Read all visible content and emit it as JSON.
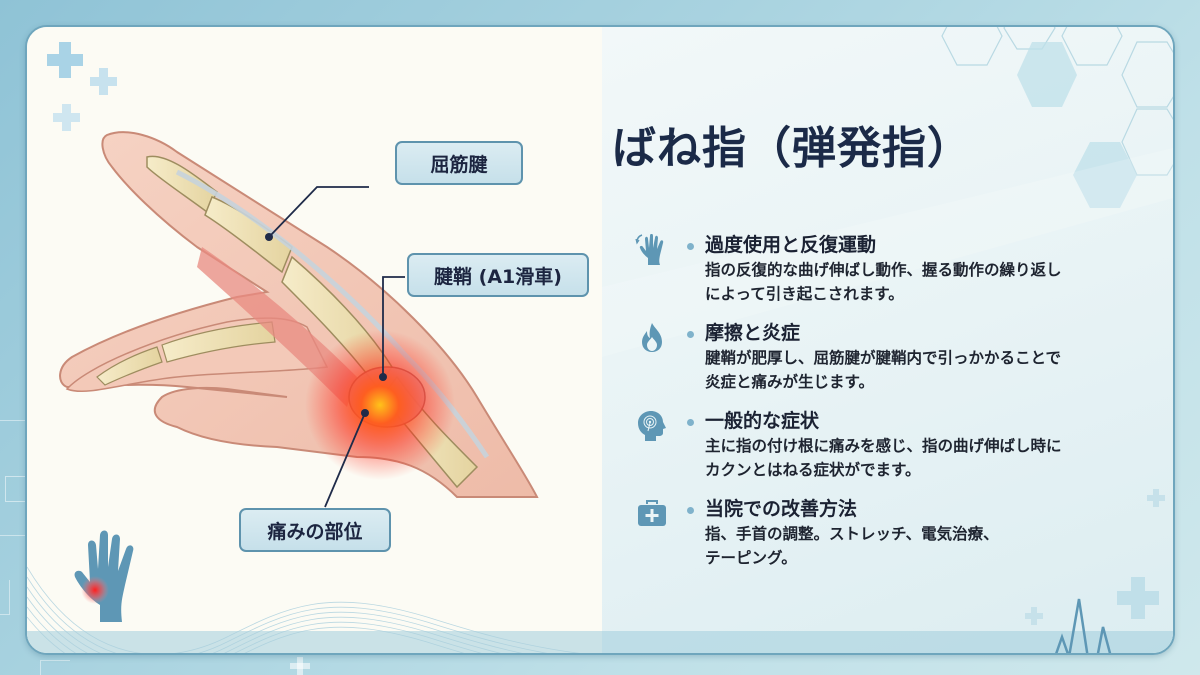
{
  "title": "ばね指（弾発指）",
  "illustration": {
    "labels": {
      "flexor_tendon": "屈筋腱",
      "tendon_sheath": "腱鞘 (A1滑車)",
      "pain_site": "痛みの部位"
    }
  },
  "items": [
    {
      "icon": "hand-motion-icon",
      "heading": "過度使用と反復運動",
      "body_lines": [
        "指の反復的な曲げ伸ばし動作、握る動作の繰り返し",
        "によって引き起こされます。"
      ]
    },
    {
      "icon": "flame-icon",
      "heading": "摩擦と炎症",
      "body_lines": [
        "腱鞘が肥厚し、屈筋腱が腱鞘内で引っかかることで",
        "炎症と痛みが生じます。"
      ]
    },
    {
      "icon": "head-brain-icon",
      "heading": "一般的な症状",
      "body_lines": [
        "主に指の付け根に痛みを感じ、指の曲げ伸ばし時に",
        "カクンとはねる症状がでます。"
      ]
    },
    {
      "icon": "first-aid-kit-icon",
      "heading": "当院での改善方法",
      "body_lines": [
        "指、手首の調整。ストレッチ、電気治療、",
        "テーピング。"
      ]
    }
  ],
  "colors": {
    "title": "#1b2a48",
    "accent": "#5e97b5",
    "label_border": "#5e93ad",
    "pain_red": "#ff3b1f",
    "frame": "#6fa6bd"
  }
}
